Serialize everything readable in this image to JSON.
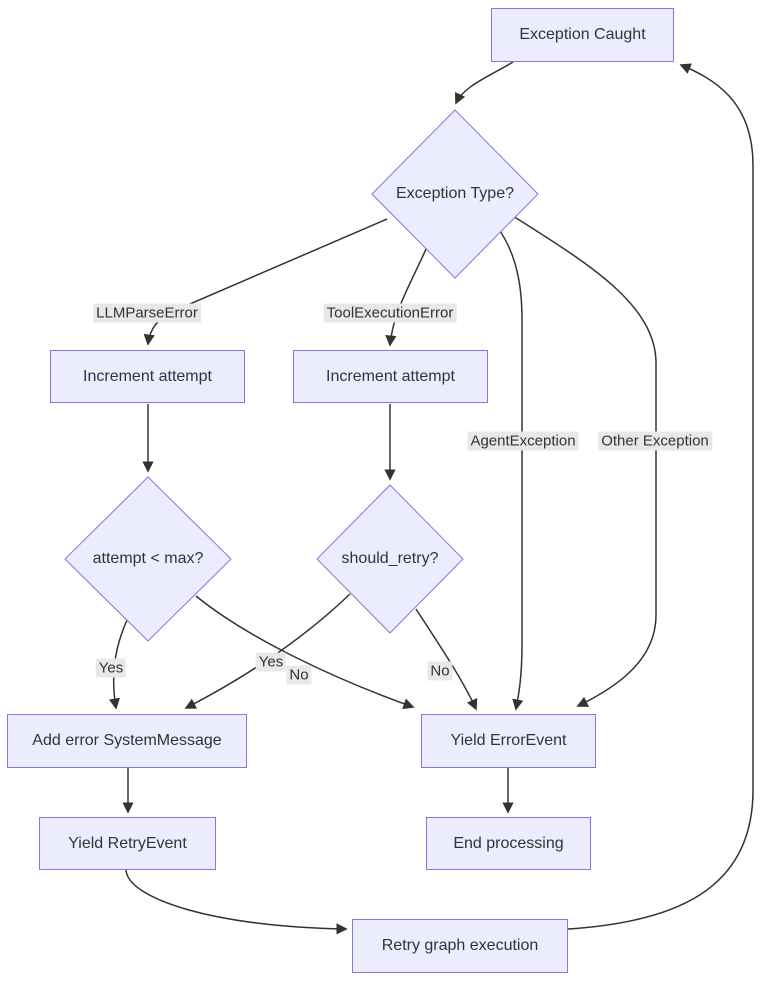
{
  "diagram": {
    "type": "flowchart",
    "background": "#ffffff",
    "colors": {
      "node_fill": "#ECECFF",
      "node_border": "#9370DB",
      "edge_line": "#333333",
      "edge_label_bg": "#e8e8e8",
      "text": "#333333"
    },
    "nodes": {
      "exception_caught": {
        "label": "Exception Caught",
        "shape": "rect"
      },
      "exception_type": {
        "label": "Exception Type?",
        "shape": "diamond"
      },
      "increment_attempt_llm": {
        "label": "Increment attempt",
        "shape": "rect"
      },
      "increment_attempt_tool": {
        "label": "Increment attempt",
        "shape": "rect"
      },
      "attempt_max": {
        "label": "attempt < max?",
        "shape": "diamond"
      },
      "should_retry": {
        "label": "should_retry?",
        "shape": "diamond"
      },
      "add_error": {
        "label": "Add error SystemMessage",
        "shape": "rect"
      },
      "yield_error": {
        "label": "Yield ErrorEvent",
        "shape": "rect"
      },
      "yield_retry": {
        "label": "Yield RetryEvent",
        "shape": "rect"
      },
      "end_processing": {
        "label": "End processing",
        "shape": "rect"
      },
      "retry_graph": {
        "label": "Retry graph execution",
        "shape": "rect"
      }
    },
    "edge_labels": {
      "llm_parse_error": "LLMParseError",
      "tool_execution_error": "ToolExecutionError",
      "agent_exception": "AgentException",
      "other_exception": "Other Exception",
      "attempt_max_yes": "Yes",
      "attempt_max_no": "No",
      "should_retry_yes": "Yes",
      "should_retry_no": "No"
    },
    "edges": [
      {
        "from": "exception_caught",
        "to": "exception_type",
        "label": ""
      },
      {
        "from": "exception_type",
        "to": "increment_attempt_llm",
        "label": "LLMParseError"
      },
      {
        "from": "exception_type",
        "to": "increment_attempt_tool",
        "label": "ToolExecutionError"
      },
      {
        "from": "exception_type",
        "to": "yield_error",
        "label": "AgentException"
      },
      {
        "from": "exception_type",
        "to": "yield_error",
        "label": "Other Exception"
      },
      {
        "from": "increment_attempt_llm",
        "to": "attempt_max",
        "label": ""
      },
      {
        "from": "increment_attempt_tool",
        "to": "should_retry",
        "label": ""
      },
      {
        "from": "attempt_max",
        "to": "add_error",
        "label": "Yes"
      },
      {
        "from": "attempt_max",
        "to": "yield_error",
        "label": "No"
      },
      {
        "from": "should_retry",
        "to": "add_error",
        "label": "Yes"
      },
      {
        "from": "should_retry",
        "to": "yield_error",
        "label": "No"
      },
      {
        "from": "add_error",
        "to": "yield_retry",
        "label": ""
      },
      {
        "from": "yield_error",
        "to": "end_processing",
        "label": ""
      },
      {
        "from": "yield_retry",
        "to": "retry_graph",
        "label": ""
      },
      {
        "from": "retry_graph",
        "to": "exception_caught",
        "label": ""
      }
    ]
  }
}
